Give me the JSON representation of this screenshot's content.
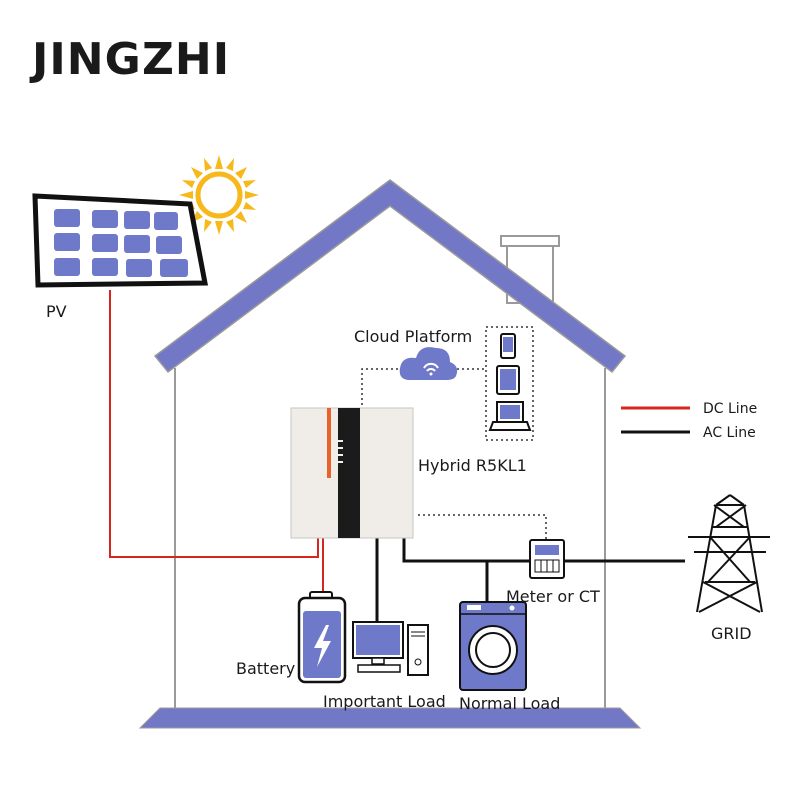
{
  "brand": {
    "logo_text": "JINGZHI",
    "colors": {
      "orange": "#e8622c",
      "green": "#7cbf3a"
    }
  },
  "labels": {
    "pv": "PV",
    "cloud_platform": "Cloud Platform",
    "inverter": "Hybrid R5KL1",
    "meter": "Meter or CT",
    "grid": "GRID",
    "battery": "Battery",
    "important_load": "Important Load",
    "normal_load": "Normal Load"
  },
  "legend": {
    "items": [
      {
        "label": "DC Line",
        "color": "#d7261e"
      },
      {
        "label": "AC Line",
        "color": "#111111"
      }
    ]
  },
  "colors": {
    "roof": "#7378c6",
    "dc_line": "#d7261e",
    "ac_line": "#111111",
    "sun": "#f6b81a",
    "pv_cell": "#6f79c9"
  }
}
